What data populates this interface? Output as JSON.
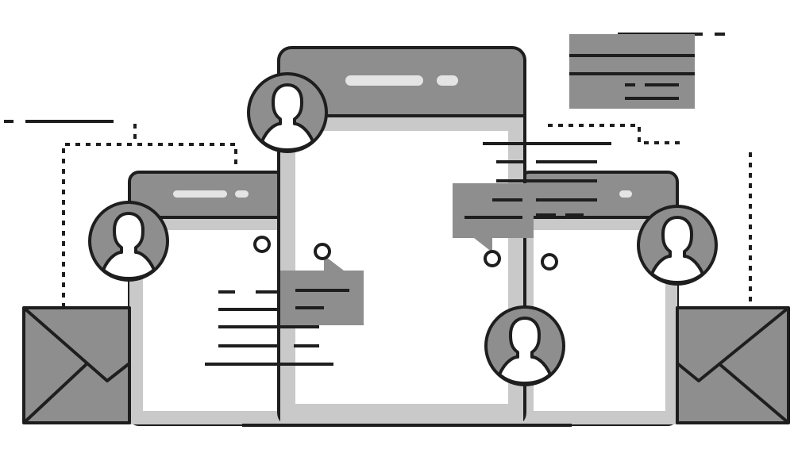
{
  "illustration": {
    "subject": "",
    "colors": {
      "outline": "#1e1e1e",
      "dark_fill": "#8e8e8e",
      "mid_fill": "#a6a6a6",
      "light_fill": "#c9c9c9",
      "screen": "#ffffff",
      "pill": "#e4e4e4"
    },
    "icons": [
      "phone-center",
      "phone-left",
      "phone-right",
      "user-avatar",
      "chat-bubble",
      "envelope",
      "card"
    ]
  }
}
